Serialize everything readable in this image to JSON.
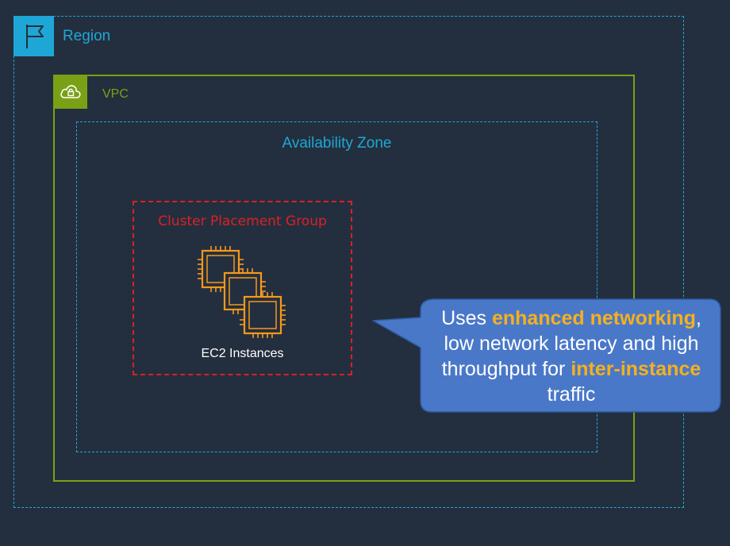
{
  "region": {
    "label": "Region",
    "icon": "flag-icon",
    "color": "#1ea7d6"
  },
  "vpc": {
    "label": "VPC",
    "icon": "cloud-lock-icon",
    "color": "#7aa116"
  },
  "availability_zone": {
    "label": "Availability Zone"
  },
  "placement_group": {
    "label": "Cluster Placement Group",
    "color": "#dd1f27"
  },
  "ec2": {
    "label": "EC2 Instances",
    "icon": "ec2-chip-icon",
    "color": "#f7981d"
  },
  "callout": {
    "t1": "Uses ",
    "h1": "enhanced networking",
    "t2": ",",
    "line2": "low network latency and high",
    "t3": "throughput for ",
    "h2": "inter-instance",
    "line4": "traffic",
    "highlight_color": "#f5b01e",
    "background": "#4a78c8"
  }
}
